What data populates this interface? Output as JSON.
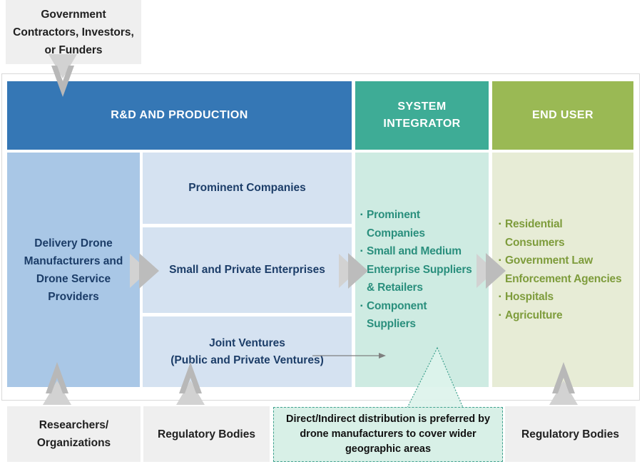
{
  "top_box": {
    "label": "Government\nContractors, Investors,\nor Funders"
  },
  "headers": {
    "rd": "R&D AND PRODUCTION",
    "system_integrator": "SYSTEM\nINTEGRATOR",
    "end_user": "END USER"
  },
  "rd_production": {
    "main_box": "Delivery Drone\nManufacturers and\nDrone Service\nProviders",
    "sub_boxes": [
      "Prominent Companies",
      "Small and Private Enterprises",
      "Joint Ventures\n(Public and Private Ventures)"
    ]
  },
  "system_integrator": {
    "items": [
      "Prominent\nCompanies",
      "Small and Medium\nEnterprise Suppliers\n& Retailers",
      "Component\nSuppliers"
    ]
  },
  "end_user": {
    "items": [
      "Residential\nConsumers",
      "Government Law\nEnforcement Agencies",
      "Hospitals",
      "Agriculture"
    ]
  },
  "bottom_row": {
    "researchers": "Researchers/\nOrganizations",
    "regulatory_left": "Regulatory Bodies",
    "regulatory_right": "Regulatory Bodies"
  },
  "callout": {
    "text": "Direct/Indirect distribution is preferred by\ndrone manufacturers to cover wider\ngeographic areas"
  },
  "icons": {
    "bullet": "▪"
  },
  "colors": {
    "rd_header": "#3577B5",
    "rd_main_box": "#A9C7E6",
    "rd_sub_box": "#D5E2F1",
    "si_header": "#3EAC96",
    "si_body": "#CEEBE2",
    "si_text": "#2A8F7D",
    "eu_header": "#9AB954",
    "eu_body": "#E7ECD6",
    "eu_text": "#7E9C3C",
    "navy_text": "#1C3D68",
    "gray_box": "#EFEFEF",
    "callout_bg": "#D8F0E7",
    "callout_border": "#3FA18E",
    "arrow_gray": "#C9C9C9"
  }
}
